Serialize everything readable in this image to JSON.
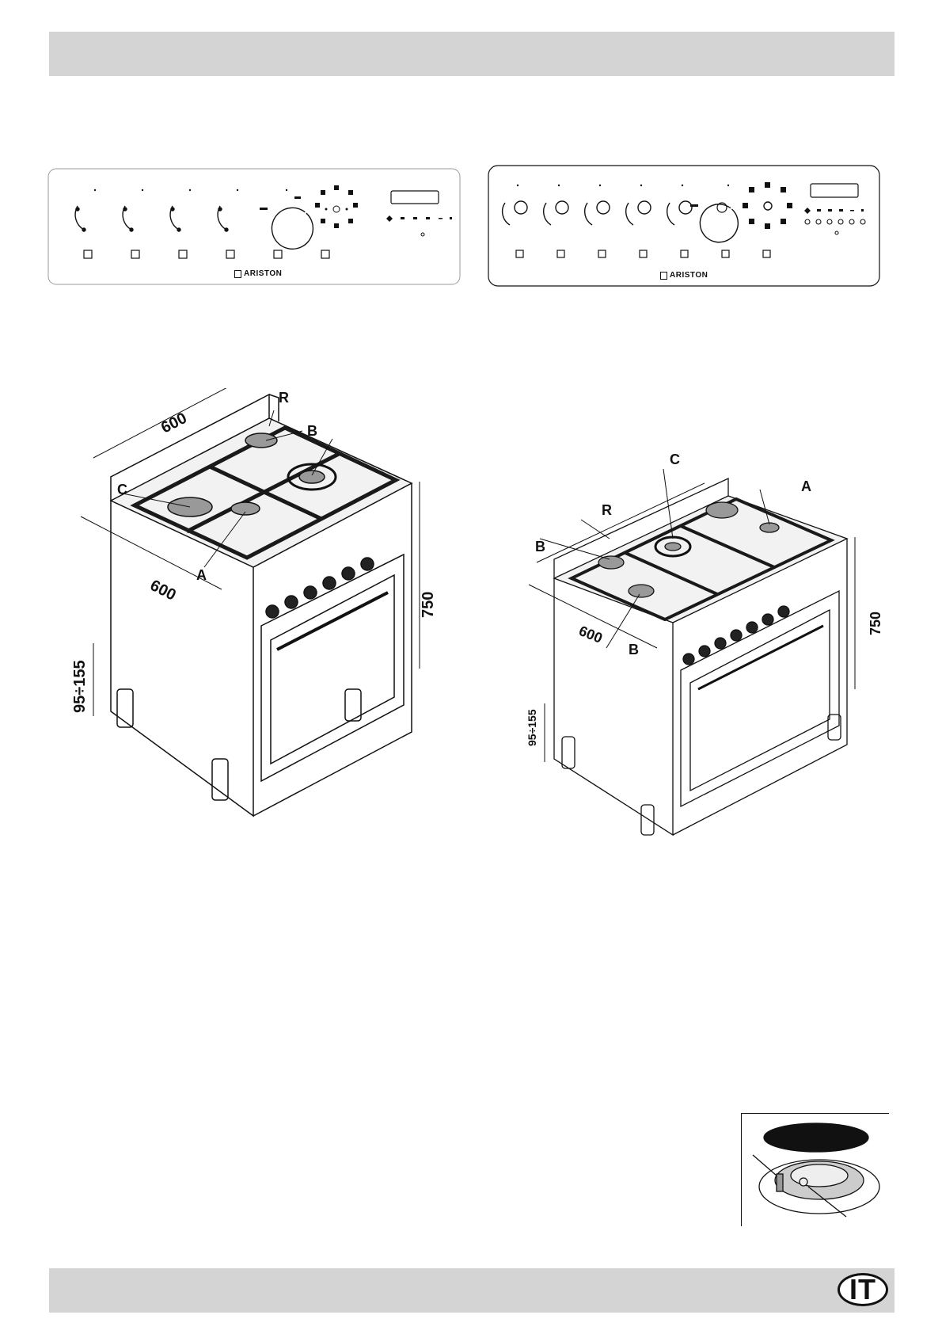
{
  "footer": {
    "language_badge": "IT"
  },
  "panels": {
    "left": {
      "brand": "ARISTON"
    },
    "right": {
      "brand": "ARISTON"
    }
  },
  "figure_left": {
    "dimension_width": "600",
    "dimension_depth": "600",
    "dimension_height": "750",
    "dimension_feet": "95÷155",
    "labels": {
      "r": "R",
      "b": "B",
      "c": "C",
      "a": "A"
    }
  },
  "figure_right": {
    "dimension_depth": "600",
    "dimension_height": "750",
    "dimension_feet": "95÷155",
    "labels": {
      "c": "C",
      "a": "A",
      "r": "R",
      "b1": "B",
      "b2": "B"
    }
  }
}
